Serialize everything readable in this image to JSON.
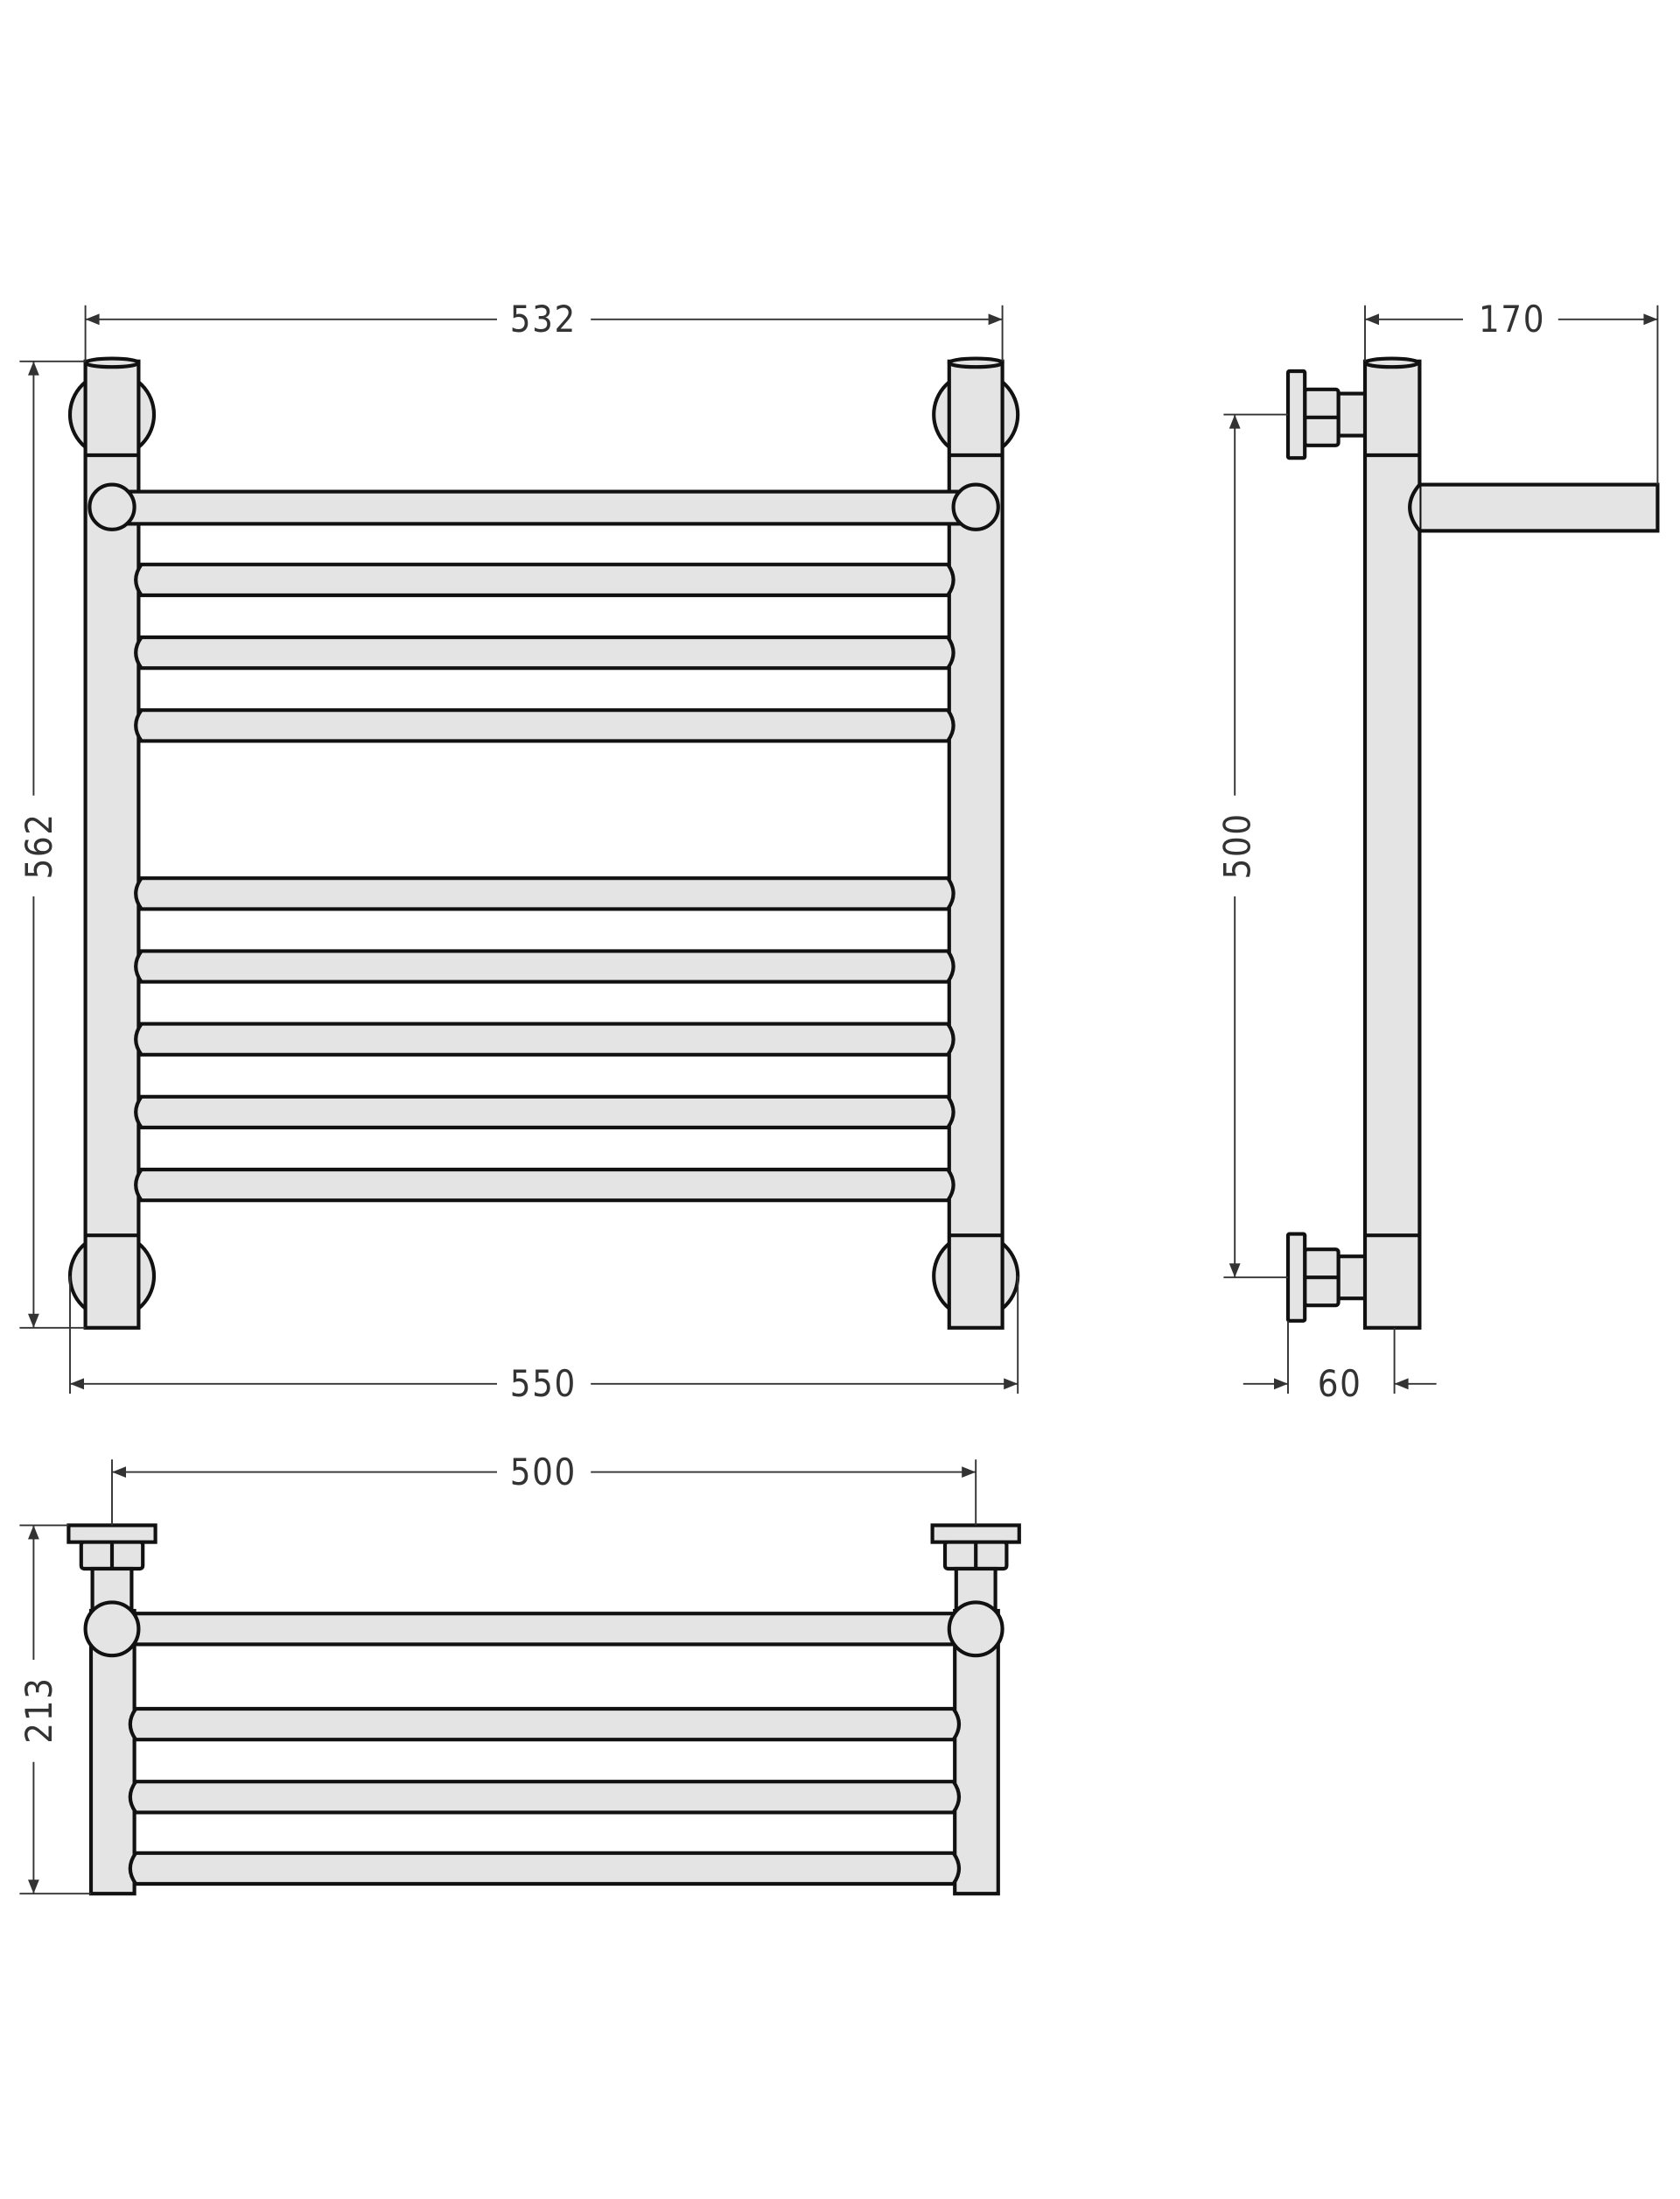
{
  "dimensions": {
    "front_width_top": "532",
    "front_height": "562",
    "front_width_bottom": "550",
    "side_depth": "170",
    "side_axis_distance": "500",
    "side_wall_offset": "60",
    "top_axis_distance": "500",
    "top_depth": "213"
  },
  "colors": {
    "fill": "#e4e4e4",
    "stroke": "#111111"
  }
}
